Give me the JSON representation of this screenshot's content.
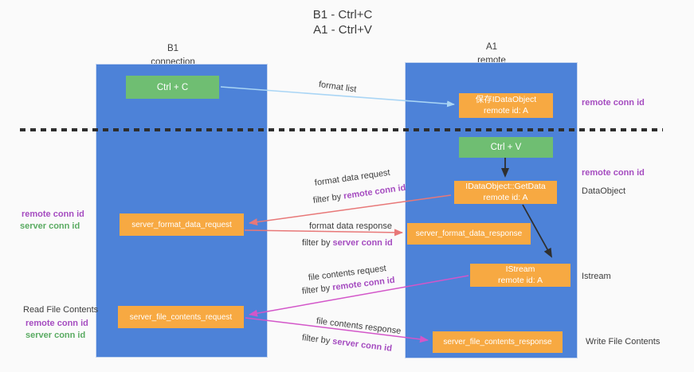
{
  "title": {
    "line1": "B1 - Ctrl+C",
    "line2": "A1 - Ctrl+V"
  },
  "lifelines": {
    "left": {
      "name": "B1",
      "role": "connection"
    },
    "right": {
      "name": "A1",
      "role": "remote"
    }
  },
  "nodes": {
    "ctrl_c": {
      "label": "Ctrl + C"
    },
    "ctrl_v": {
      "label": "Ctrl + V"
    },
    "save_dataobject": {
      "line1": "保存IDataObject",
      "line2": "remote id: A"
    },
    "getdata": {
      "line1": "IDataObject::GetData",
      "line2": "remote id: A"
    },
    "istream": {
      "line1": "IStream",
      "line2": "remote id: A"
    },
    "format_request": {
      "label": "server_format_data_request"
    },
    "format_response": {
      "label": "server_format_data_response"
    },
    "file_request": {
      "label": "server_file_contents_request"
    },
    "file_response": {
      "label": "server_file_contents_response"
    }
  },
  "edge_labels": {
    "format_list": "format list",
    "format_data_request": "format data request",
    "format_data_response": "format data response",
    "file_contents_request": "file contents request",
    "file_contents_response": "file contents response",
    "filter_by": "filter by",
    "remote_conn_id": "remote conn id",
    "server_conn_id": "server conn id"
  },
  "side_labels": {
    "left": {
      "format_remote": "remote conn id",
      "format_server": "server conn id",
      "read_file": "Read File Contents",
      "file_remote": "remote conn id",
      "file_server": "server conn id"
    },
    "right": {
      "top_remote": "remote conn id",
      "mid_remote": "remote conn id",
      "dataobject": "DataObject",
      "istream": "Istream",
      "write_file": "Write File Contents"
    }
  },
  "colors": {
    "background": "#fafafa",
    "lifeline_blue": "#4d82d8",
    "node_orange": "#f7a942",
    "node_green": "#6fbe72",
    "arrow_lightblue": "#a9d5f5",
    "arrow_red": "#e87878",
    "arrow_magenta": "#d356c9",
    "arrow_black": "#2f2f2f",
    "label_purple": "#a54cc0",
    "label_green": "#5aab62",
    "text_dark": "#3c3c3c"
  }
}
